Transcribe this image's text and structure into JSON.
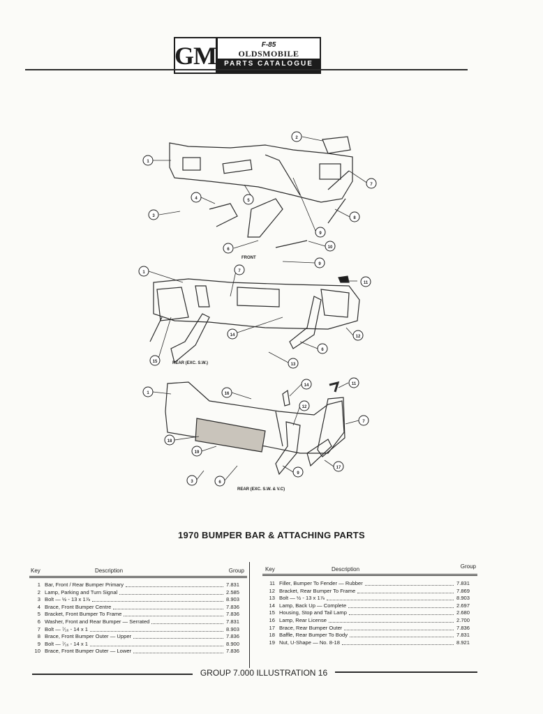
{
  "header": {
    "logo_gm": "GM",
    "logo_model": "F-85",
    "logo_brand": "OLDSMOBILE",
    "logo_sub": "PARTS CATALOGUE"
  },
  "diagram": {
    "callouts_front": [
      "1",
      "2",
      "3",
      "4",
      "5",
      "6",
      "7",
      "8",
      "9",
      "10",
      "9"
    ],
    "label_front": "FRONT",
    "callouts_rear1": [
      "1",
      "7",
      "11",
      "14",
      "12",
      "6",
      "15",
      "13"
    ],
    "label_rear1": "REAR (EXC. S.W.)",
    "callouts_rear2": [
      "1",
      "16",
      "14",
      "11",
      "12",
      "7",
      "18",
      "19",
      "17",
      "9",
      "3",
      "6"
    ],
    "label_rear2": "REAR (EXC. S.W. & V.C)"
  },
  "title": "1970 BUMPER BAR & ATTACHING PARTS",
  "table_left": {
    "headers": {
      "key": "Key",
      "description": "Description",
      "group": "Group"
    },
    "rows": [
      {
        "key": "1",
        "description": "Bar, Front / Rear Bumper Primary",
        "group": "7.831"
      },
      {
        "key": "2",
        "description": "Lamp, Parking and Turn Signal",
        "group": "2.585"
      },
      {
        "key": "3",
        "description": "Bolt — ½ - 13 x 1⅞",
        "group": "8.903"
      },
      {
        "key": "4",
        "description": "Brace, Front Bumper Centre",
        "group": "7.836"
      },
      {
        "key": "5",
        "description": "Bracket, Front Bumper To Frame",
        "group": "7.836"
      },
      {
        "key": "6",
        "description": "Washer, Front and Rear Bumper — Serrated",
        "group": "7.831"
      },
      {
        "key": "7",
        "description": "Bolt — ⁷⁄₁₆ - 14 x 1",
        "group": "8.903"
      },
      {
        "key": "8",
        "description": "Brace, Front Bumper Outer — Upper",
        "group": "7.836"
      },
      {
        "key": "9",
        "description": "Bolt — ⁷⁄₁₆ - 14 x 1",
        "group": "8.900"
      },
      {
        "key": "10",
        "description": "Brace, Front Bumper Outer — Lower",
        "group": "7.836"
      }
    ]
  },
  "table_right": {
    "headers": {
      "key": "Key",
      "description": "Description",
      "group": "Group"
    },
    "rows": [
      {
        "key": "11",
        "description": "Filler, Bumper To Fender — Rubber",
        "group": "7.831"
      },
      {
        "key": "12",
        "description": "Bracket, Rear Bumper To Frame",
        "group": "7.869"
      },
      {
        "key": "13",
        "description": "Bolt — ½ - 13 x 1⅞",
        "group": "8.903"
      },
      {
        "key": "14",
        "description": "Lamp, Back Up — Complete",
        "group": "2.697"
      },
      {
        "key": "15",
        "description": "Housing, Stop and Tail Lamp",
        "group": "2.680"
      },
      {
        "key": "16",
        "description": "Lamp, Rear License",
        "group": "2.700"
      },
      {
        "key": "17",
        "description": "Brace, Rear Bumper Outer",
        "group": "7.836"
      },
      {
        "key": "18",
        "description": "Baffle, Rear Bumper To Body",
        "group": "7.831"
      },
      {
        "key": "19",
        "description": "Nut, U-Shape — No. 8-18",
        "group": "8.921"
      }
    ]
  },
  "footer": "GROUP 7.000 ILLUSTRATION 16"
}
